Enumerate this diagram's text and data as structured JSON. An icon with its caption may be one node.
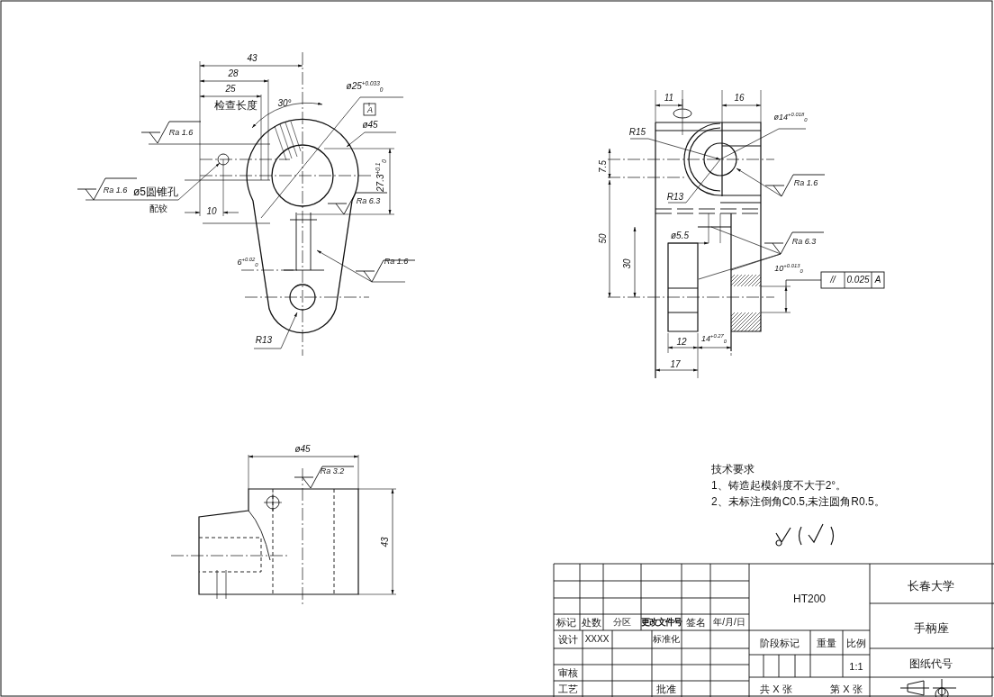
{
  "diagram": {
    "labels": [
      "43",
      "28",
      "25",
      "检查长度",
      "30°",
      "ø25$^{+0.033}$$_{0}$",
      "A",
      "ø45",
      "Ra 1.6",
      "27.3$^{+0.1}$$_{0}$",
      "Ra 1.6",
      "ø5圆锥孔",
      "配铰",
      "10",
      "Ra 6.3",
      "6$^{+0.02}$$_{0}$",
      "Ra 1.6",
      "R13",
      "11",
      "16",
      "ø14$^{+0.018}$$_{0}$",
      "R15",
      "7.5",
      "Ra 1.6",
      "R13",
      "ø5.5",
      "50",
      "Ra 6.3",
      "30",
      "10$^{+0.013}$$_{0}$",
      "//",
      "0.025",
      "A",
      "12",
      "14$^{+0.27}$$_{0}$",
      "17",
      "ø45",
      "Ra 3.2",
      "43",
      "技术要求",
      "1、铸造起模斜度不大于2°。",
      "2、未标注倒角C0.5,未注圆角R0.5。",
      "HT200",
      "长春大学",
      "标记",
      "处数",
      "分区",
      "更改文件号",
      "签名",
      "年/月/日",
      "手柄座",
      "设计",
      "XXXX",
      "标准化",
      "阶段标记",
      "重量",
      "比例",
      "1:1",
      "图纸代号",
      "审核",
      "工艺",
      "批准",
      "共 X 张",
      "第 X 张"
    ]
  }
}
